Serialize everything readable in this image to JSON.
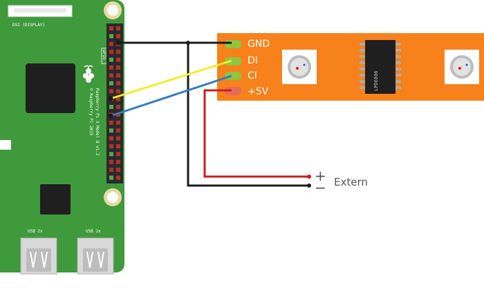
{
  "board": {
    "name": "Raspberry Pi 3 Model B v1.2",
    "copyright": "© Raspberry Pi 2015",
    "dsi_label": "DSI (DISPLAY)",
    "gpio_label": "GPIO",
    "usb_labels": [
      "USB 2x",
      "USB 2x"
    ]
  },
  "strip": {
    "pins": [
      "GND",
      "DI",
      "CI",
      "+5V"
    ],
    "chip_label": "LPD6806"
  },
  "external": {
    "label": "Extern",
    "plus": "+",
    "minus": "−"
  },
  "colors": {
    "board_green": "#3f9a3c",
    "strip_orange": "#f7811b",
    "wire_black": "#1a1a1a",
    "wire_yellow": "#f4ed2a",
    "wire_blue": "#2f7ec2",
    "wire_red": "#c81f1f"
  }
}
